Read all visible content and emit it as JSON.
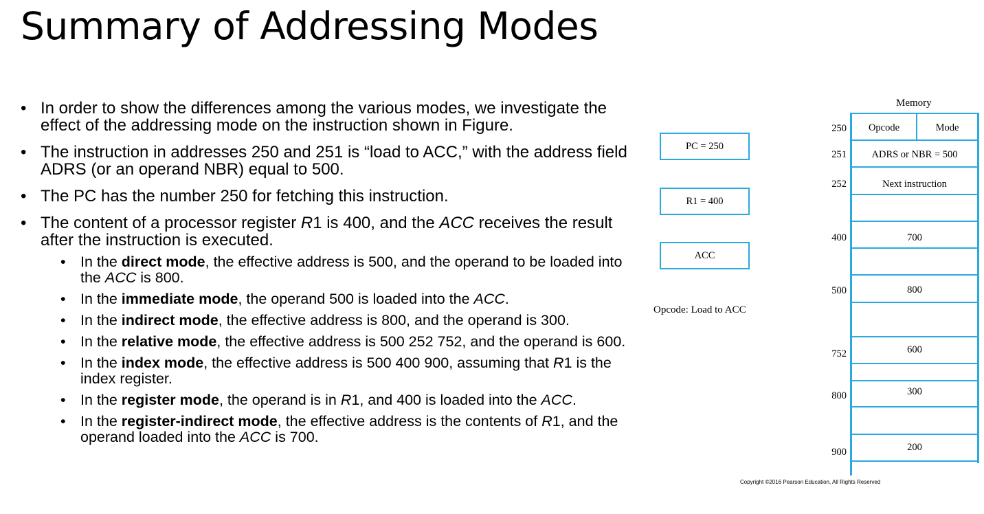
{
  "slide": {
    "title": "Summary of Addressing Modes"
  },
  "bullets": {
    "b1": "In order to show the differences among the various modes, we investigate the effect of the addressing mode on the instruction shown in Figure.",
    "b2": "The instruction in addresses 250 and 251 is “load to ACC,” with the address field ADRS (or an operand NBR) equal to 500.",
    "b3": "The PC has the number 250 for fetching this instruction.",
    "b4": {
      "pre": "The content of a processor register ",
      "r1": "R",
      "mid": "1 is 400, and the ",
      "acc": "ACC",
      "post": " receives the result after the instruction is executed."
    },
    "sub": [
      {
        "pre": "In the ",
        "bold": "direct mode",
        "post": ", the effective address is 500, and the operand to be loaded into the ",
        "ital": "ACC",
        "post2": " is 800."
      },
      {
        "pre": "In the ",
        "bold": "immediate mode",
        "post": ", the operand 500 is loaded into the ",
        "ital": "ACC",
        "post2": "."
      },
      {
        "pre": "In the ",
        "bold": "indirect mode",
        "post": ", the effective address is 800, and the operand is 300.",
        "ital": "",
        "post2": ""
      },
      {
        "pre": "In the ",
        "bold": "relative mode",
        "post": ", the effective address is 500  252  752, and the operand is 600.",
        "ital": "",
        "post2": ""
      },
      {
        "pre": "In the ",
        "bold": "index mode",
        "post": ", the effective address is 500  400  900, assuming that ",
        "ital": "R",
        "post2": "1 is the index register."
      },
      {
        "pre": "In the ",
        "bold": "register mode",
        "post": ", the operand is in ",
        "ital": "R",
        "post2": "1, and 400 is loaded into the ",
        "ital2": "ACC",
        "post3": "."
      },
      {
        "pre": "In the ",
        "bold": "register-indirect mode",
        "post": ", the effective address is the contents of ",
        "ital": "R",
        "post2": "1, and the operand loaded into the ",
        "ital2": "ACC",
        "post3": " is 700."
      }
    ]
  },
  "diagram": {
    "pc": "PC = 250",
    "r1": "R1 = 400",
    "acc": "ACC",
    "opcode_note": "Opcode: Load to ACC",
    "memory_title": "Memory",
    "cells": {
      "opcode": "Opcode",
      "mode": "Mode",
      "adrs": "ADRS or NBR = 500",
      "next": "Next instruction",
      "v400": "700",
      "v500": "800",
      "v752": "600",
      "v800": "300",
      "v900": "200"
    },
    "addresses": {
      "a250": "250",
      "a251": "251",
      "a252": "252",
      "a400": "400",
      "a500": "500",
      "a752": "752",
      "a800": "800",
      "a900": "900"
    },
    "copyright": "Copyright ©2016 Pearson Education, All Rights Reserved"
  },
  "colors": {
    "accent": "#29a9e0"
  }
}
